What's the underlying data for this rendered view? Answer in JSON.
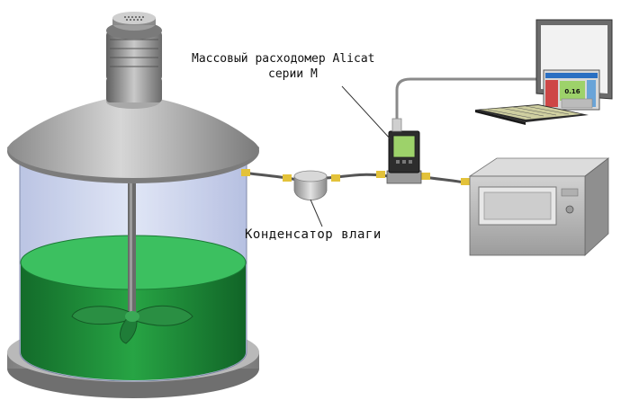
{
  "labels": {
    "mass_flow_meter_line1": "Массовый расходомер Alicat",
    "mass_flow_meter_line2": "серии M",
    "moisture_condenser": "Конденсатор влаги"
  },
  "meter_screen_value": "0.16",
  "colors": {
    "liquid": "#1f9a3c",
    "liquid_light": "#3fcf66",
    "tank_glass": "#cdd6ee",
    "metal": "#9a9a9a",
    "oven": "#bfbfbf",
    "fitting": "#e3c23a"
  },
  "icons": {
    "motor": "motor-icon",
    "flow_meter": "flow-meter-icon",
    "condenser": "condenser-icon",
    "monitor": "monitor-icon",
    "keyboard": "keyboard-icon",
    "analyzer": "analyzer-oven-icon"
  }
}
